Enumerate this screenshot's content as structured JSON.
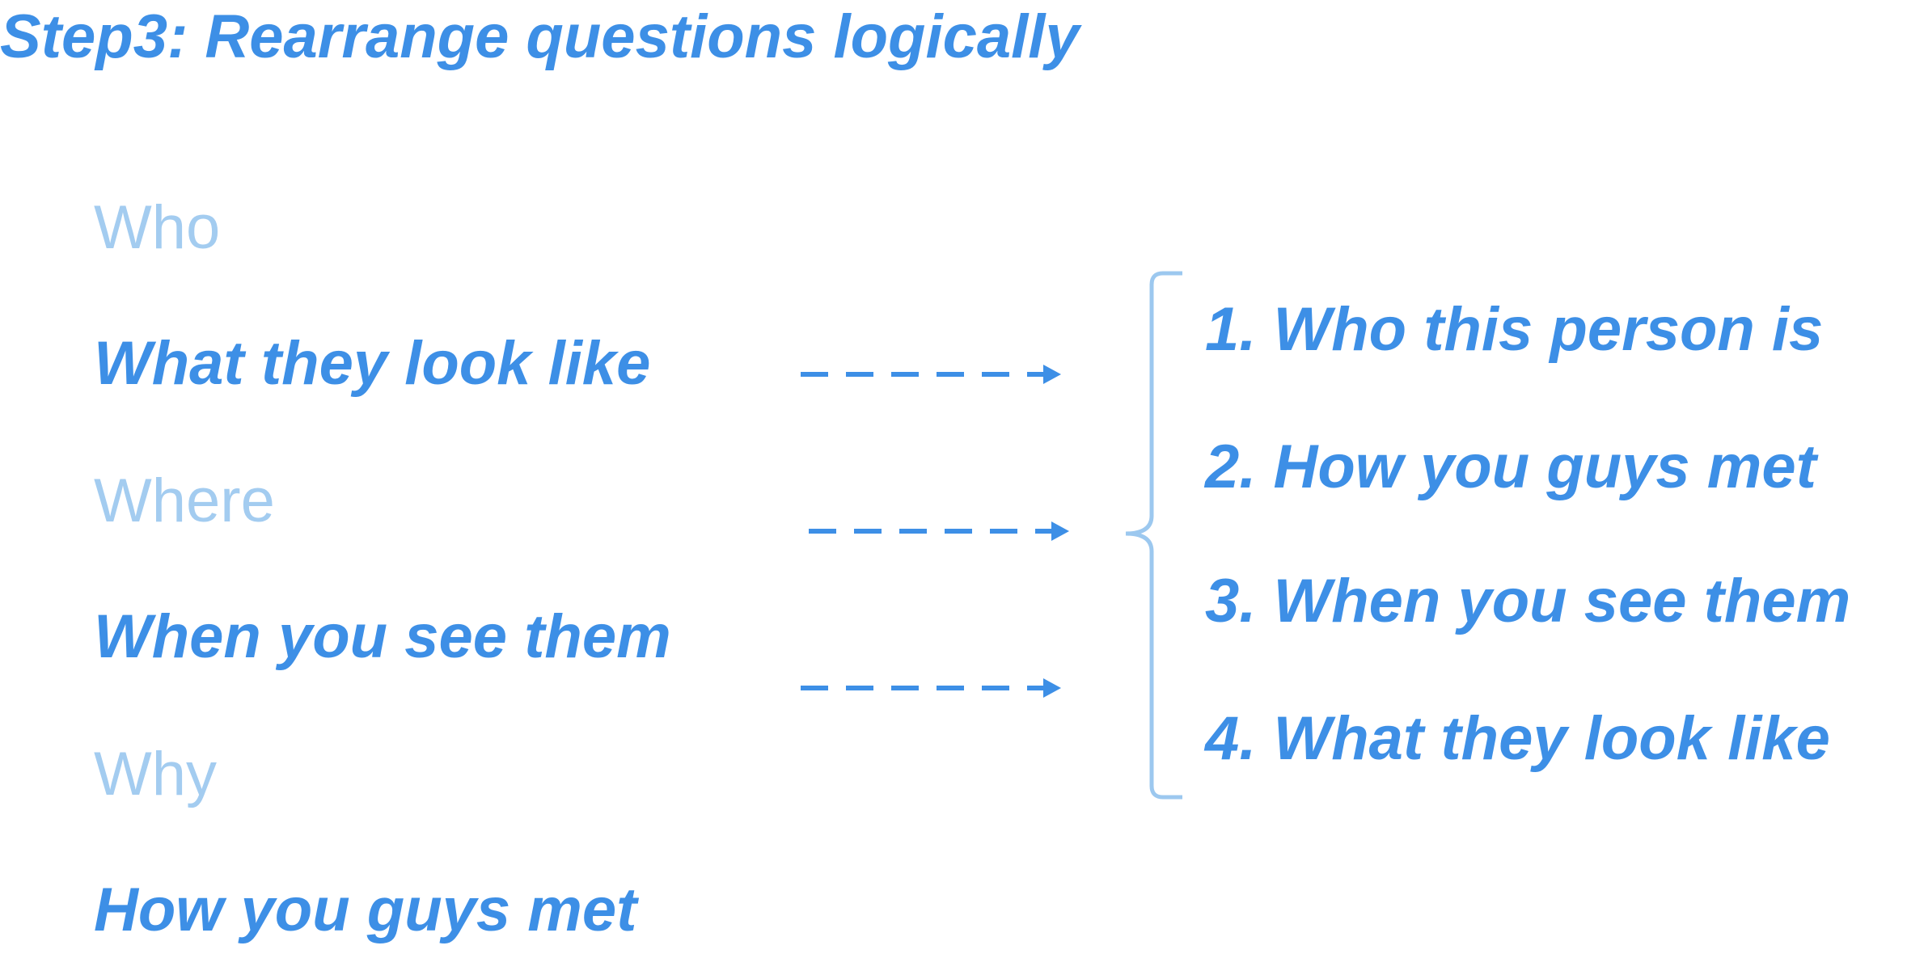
{
  "title": "Step3:  Rearrange questions logically",
  "left_items": [
    {
      "text": "Who",
      "style": "faded"
    },
    {
      "text": "What they look like",
      "style": "bold"
    },
    {
      "text": "Where",
      "style": "faded"
    },
    {
      "text": "When you see them",
      "style": "bold"
    },
    {
      "text": "Why",
      "style": "faded"
    },
    {
      "text": "How you guys met",
      "style": "bold"
    }
  ],
  "right_items": [
    "1. Who this person is",
    "2. How you guys met",
    "3. When you see them",
    "4. What they look like"
  ],
  "colors": {
    "accent": "#3d8fe6",
    "faded": "#a3ccf0",
    "arrow": "#3d8fe6",
    "bracket": "#9cc8ef"
  }
}
